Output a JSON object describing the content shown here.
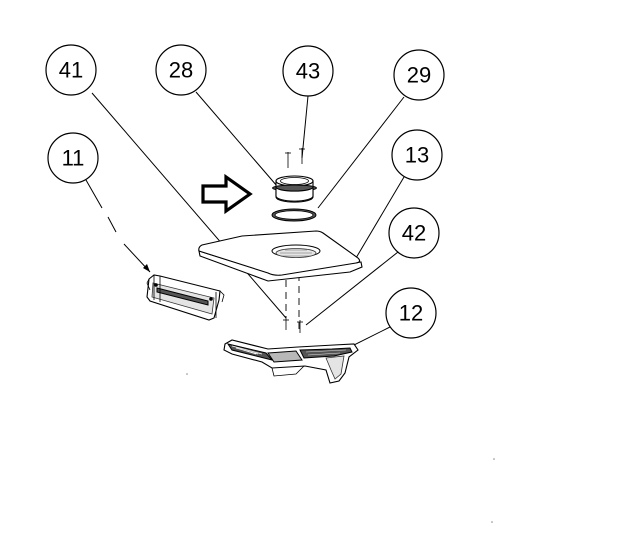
{
  "callouts": [
    {
      "id": "c41",
      "label": "41"
    },
    {
      "id": "c28",
      "label": "28"
    },
    {
      "id": "c43",
      "label": "43"
    },
    {
      "id": "c29",
      "label": "29"
    },
    {
      "id": "c11",
      "label": "11"
    },
    {
      "id": "c13",
      "label": "13"
    },
    {
      "id": "c42",
      "label": "42"
    },
    {
      "id": "c12",
      "label": "12"
    }
  ],
  "colors": {
    "line": "#000000",
    "background": "#ffffff"
  },
  "icons": {
    "indicator": "outline-arrow-right-icon"
  }
}
